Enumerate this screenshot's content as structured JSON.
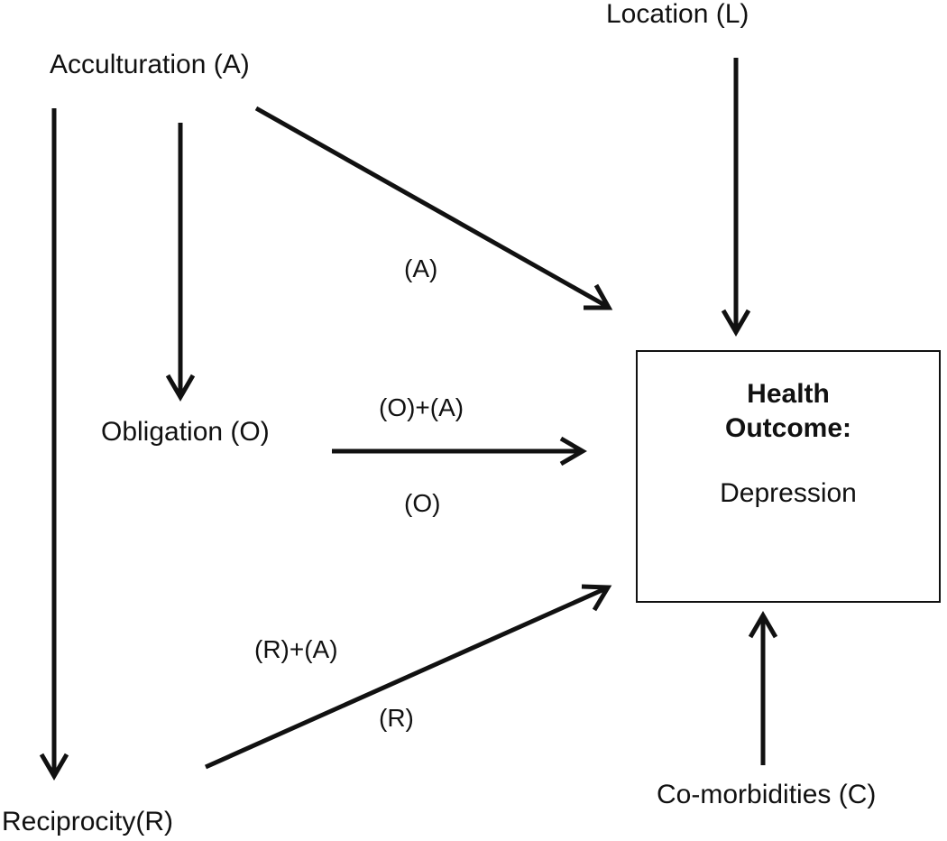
{
  "nodes": {
    "acculturation": "Acculturation (A)",
    "location": "Location (L)",
    "obligation": "Obligation (O)",
    "reciprocity": "Reciprocity(R)",
    "comorbidities": "Co-morbidities (C)",
    "outcome_title_line1": "Health",
    "outcome_title_line2": "Outcome:",
    "outcome_value": "Depression"
  },
  "edge_labels": {
    "acculturation_to_outcome": "(A)",
    "obligation_to_outcome_top": "(O)+(A)",
    "obligation_to_outcome_bottom": "(O)",
    "reciprocity_to_outcome_top": "(R)+(A)",
    "reciprocity_to_outcome_bottom": "(R)"
  },
  "colors": {
    "ink": "#111111",
    "background": "#ffffff"
  }
}
